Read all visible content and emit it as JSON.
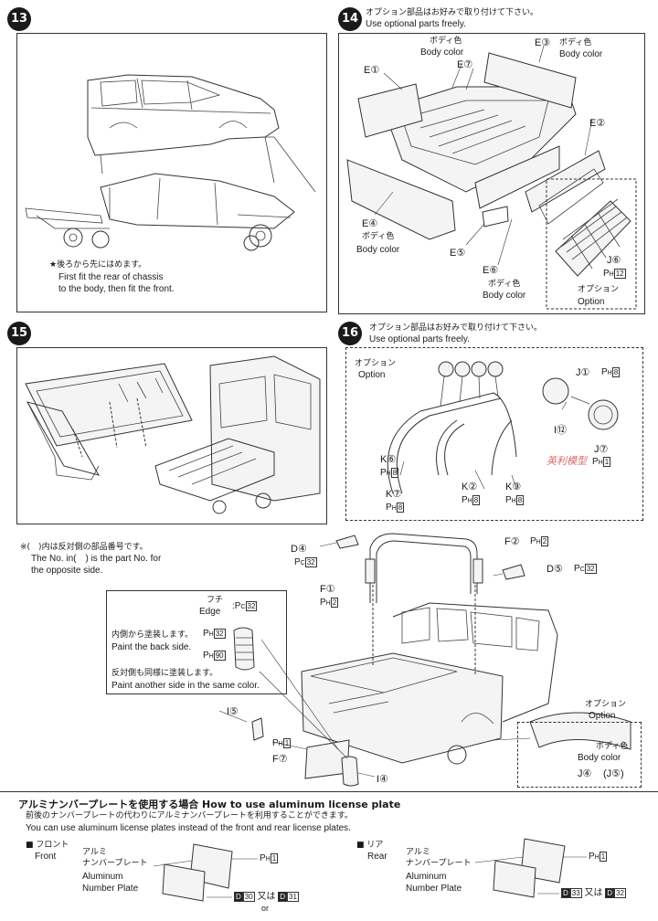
{
  "step13": {
    "num": "13",
    "instr_jp": "★後ろから先にはめます。",
    "instr_en1": "First fit the rear of chassis",
    "instr_en2": "to the body, then fit the front."
  },
  "step14": {
    "num": "14",
    "opt_jp": "オプション部品はお好みで取り付けて下さい。",
    "opt_en": "Use optional parts freely.",
    "body_color_jp": "ボディ色",
    "body_color_en": "Body color",
    "option_jp": "オプション",
    "option_en": "Option",
    "parts": {
      "e1": "E①",
      "e7": "E⑦",
      "e3": "E③",
      "e2": "E②",
      "e4": "E④",
      "e5": "E⑤",
      "e6": "E⑥",
      "j6": "J⑥",
      "ph12": "12"
    }
  },
  "step15": {
    "num": "15"
  },
  "step16": {
    "num": "16",
    "opt_jp": "オプション部品はお好みで取り付けて下さい。",
    "opt_en": "Use optional parts freely.",
    "option_jp": "オプション",
    "option_en": "Option",
    "parts": {
      "j1": "J①",
      "ph8": "8",
      "i12": "I⑫",
      "j7": "J⑦",
      "ph1": "1",
      "k6": "K⑥",
      "k7": "K⑦",
      "k2": "K②",
      "k3": "K③"
    },
    "watermark": "英利模型"
  },
  "assembly": {
    "note_jp": "※(　)内は反対側の部品番号です。",
    "note_en1": "The No. in(　) is the part No. for",
    "note_en2": "the opposite side.",
    "edge_jp": "フチ",
    "edge_en": "Edge",
    "back_jp": "内側から塗装します。",
    "back_en": "Paint the back side.",
    "other_jp": "反対側も同様に塗装します。",
    "other_en": "Paint another side in the same color.",
    "parts": {
      "d4": "D④",
      "d5": "D⑤",
      "f2": "F②",
      "f1": "F①",
      "i5": "I⑤",
      "f7": "F⑦",
      "i4": "I④",
      "j4": "J④",
      "j5": "(J⑤)"
    },
    "codes": {
      "c32": "32",
      "h32": "32",
      "h90": "90",
      "ph2": "2",
      "ph1": "1"
    },
    "option_jp": "オプション",
    "option_en": "Option",
    "body_color_jp": "ボディ色",
    "body_color_en": "Body color"
  },
  "plate": {
    "title": "アルミナンバープレートを使用する場合 How to use aluminum license plate",
    "desc_jp": "前後のナンバープレートの代わりにアルミナンバープレートを利用することができます。",
    "desc_en": "You can use aluminum license plates instead of the front and rear license plates.",
    "front_jp": "■ フロント",
    "front_en": "Front",
    "rear_jp": "■ リア",
    "rear_en": "Rear",
    "alu_jp1": "アルミ",
    "alu_jp2": "ナンバープレート",
    "alu_en1": "Aluminum",
    "alu_en2": "Number Plate",
    "ph1": "1",
    "d30": "30",
    "d31": "31",
    "d33": "33",
    "d32": "32",
    "or_jp": "又は",
    "or_en": "or"
  }
}
